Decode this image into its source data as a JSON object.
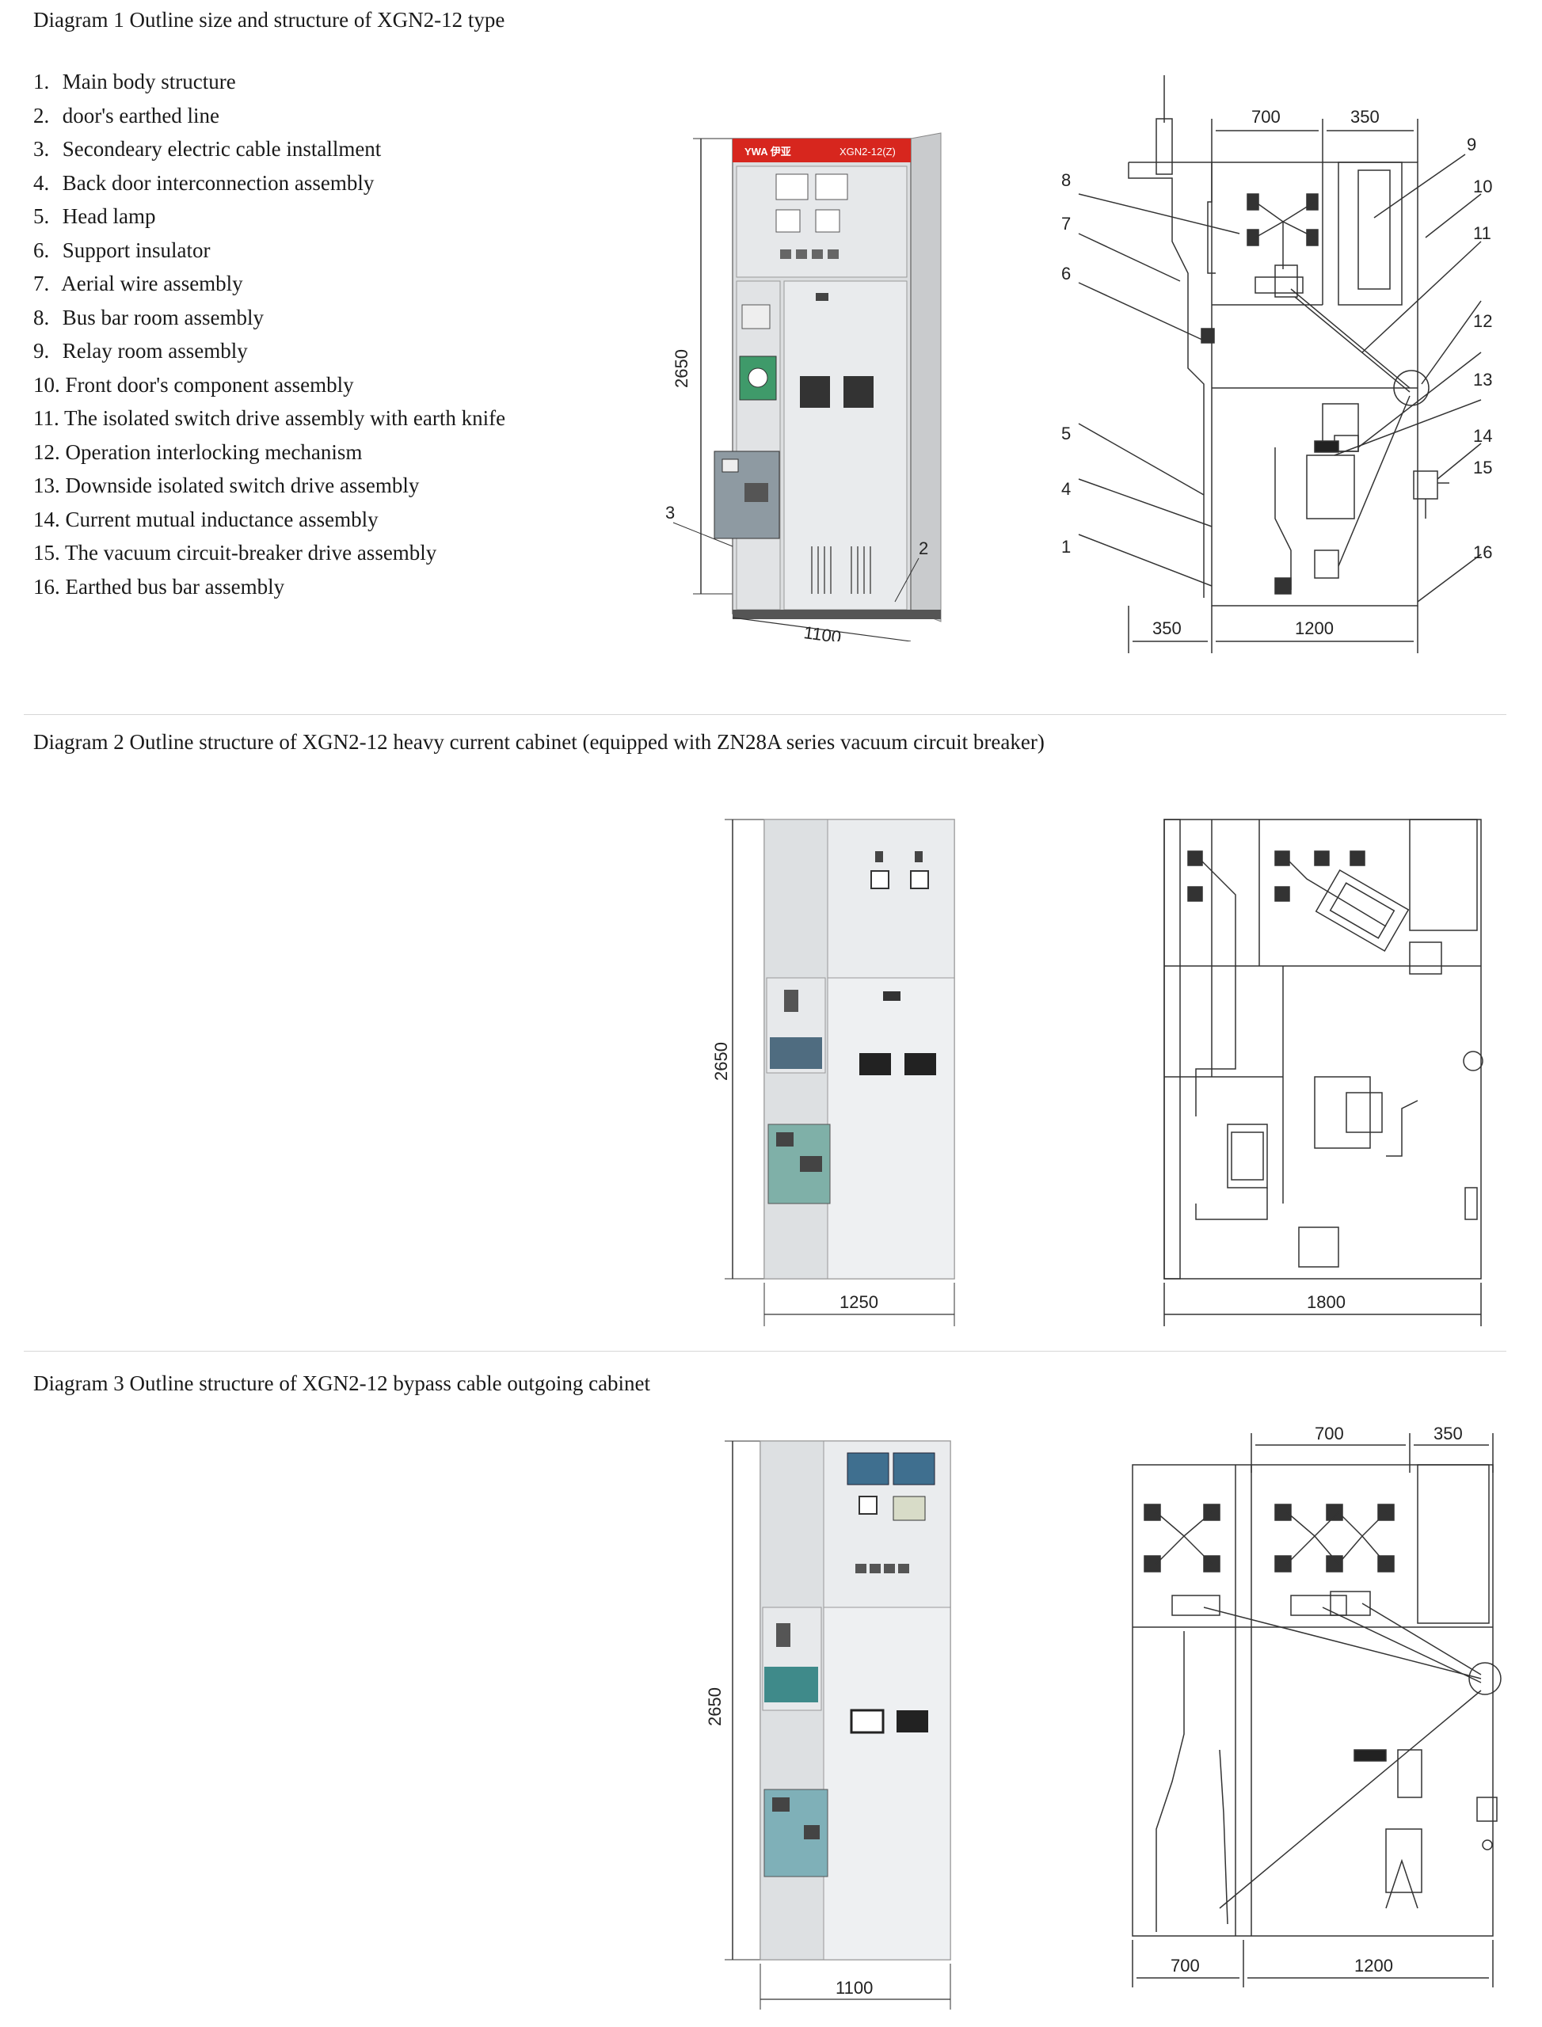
{
  "diagram1": {
    "caption": "Diagram 1 Outline size and structure of XGN2-12 type",
    "parts": [
      {
        "num": "1.",
        "label": "Main body structure"
      },
      {
        "num": "2.",
        "label": "door's earthed line"
      },
      {
        "num": "3.",
        "label": "Secondeary  electric cable installment"
      },
      {
        "num": "4.",
        "label": "Back door interconnection assembly"
      },
      {
        "num": "5.",
        "label": "Head lamp"
      },
      {
        "num": "6.",
        "label": "Support insulator"
      },
      {
        "num": "7.",
        "label": "Aerial  wire assembly"
      },
      {
        "num": "8.",
        "label": "Bus bar room assembly"
      },
      {
        "num": "9.",
        "label": "Relay room assembly"
      },
      {
        "num": "10.",
        "label": "Front door's component assembly"
      },
      {
        "num": "11.",
        "label": "The isolated switch drive assembly with earth knife"
      },
      {
        "num": "12.",
        "label": "Operation interlocking mechanism"
      },
      {
        "num": "13.",
        "label": "Downside  isolated switch  drive assembly"
      },
      {
        "num": "14.",
        "label": "Current mutual inductance assembly"
      },
      {
        "num": "15.",
        "label": "The vacuum circuit-breaker drive assembly"
      },
      {
        "num": "16.",
        "label": "Earthed bus bar assembly"
      }
    ],
    "photo": {
      "brand": "YWA 伊亚",
      "model": "XGN2-12(Z)",
      "height_dim": "2650",
      "width_dim": "1100",
      "callout_3": "3",
      "callout_2": "2"
    },
    "section": {
      "top_dim_left": "700",
      "top_dim_right": "350",
      "bottom_dim_left": "350",
      "bottom_dim_right": "1200",
      "callouts_left": [
        "8",
        "7",
        "6",
        "5",
        "4",
        "1"
      ],
      "callouts_right": [
        "9",
        "10",
        "11",
        "12",
        "13",
        "14",
        "15",
        "16"
      ]
    }
  },
  "diagram2": {
    "caption": "Diagram 2 Outline structure of XGN2-12 heavy current cabinet (equipped with ZN28A series vacuum circuit breaker)",
    "photo": {
      "height_dim": "2650",
      "width_dim": "1250"
    },
    "section": {
      "width_dim": "1800"
    }
  },
  "diagram3": {
    "caption": "Diagram 3 Outline structure of XGN2-12 bypass cable outgoing cabinet",
    "photo": {
      "height_dim": "2650",
      "width_dim": "1100"
    },
    "section": {
      "top_dim_left": "700",
      "top_dim_right": "350",
      "bottom_dim_left": "700",
      "bottom_dim_right": "1200"
    }
  },
  "colors": {
    "cabinet_body": "#dcdee0",
    "panel": "#eceef0",
    "brand_red": "#d7261e",
    "accent_green": "#3f9a6a",
    "accent_blue": "#3f6f8f",
    "line": "#333333"
  }
}
